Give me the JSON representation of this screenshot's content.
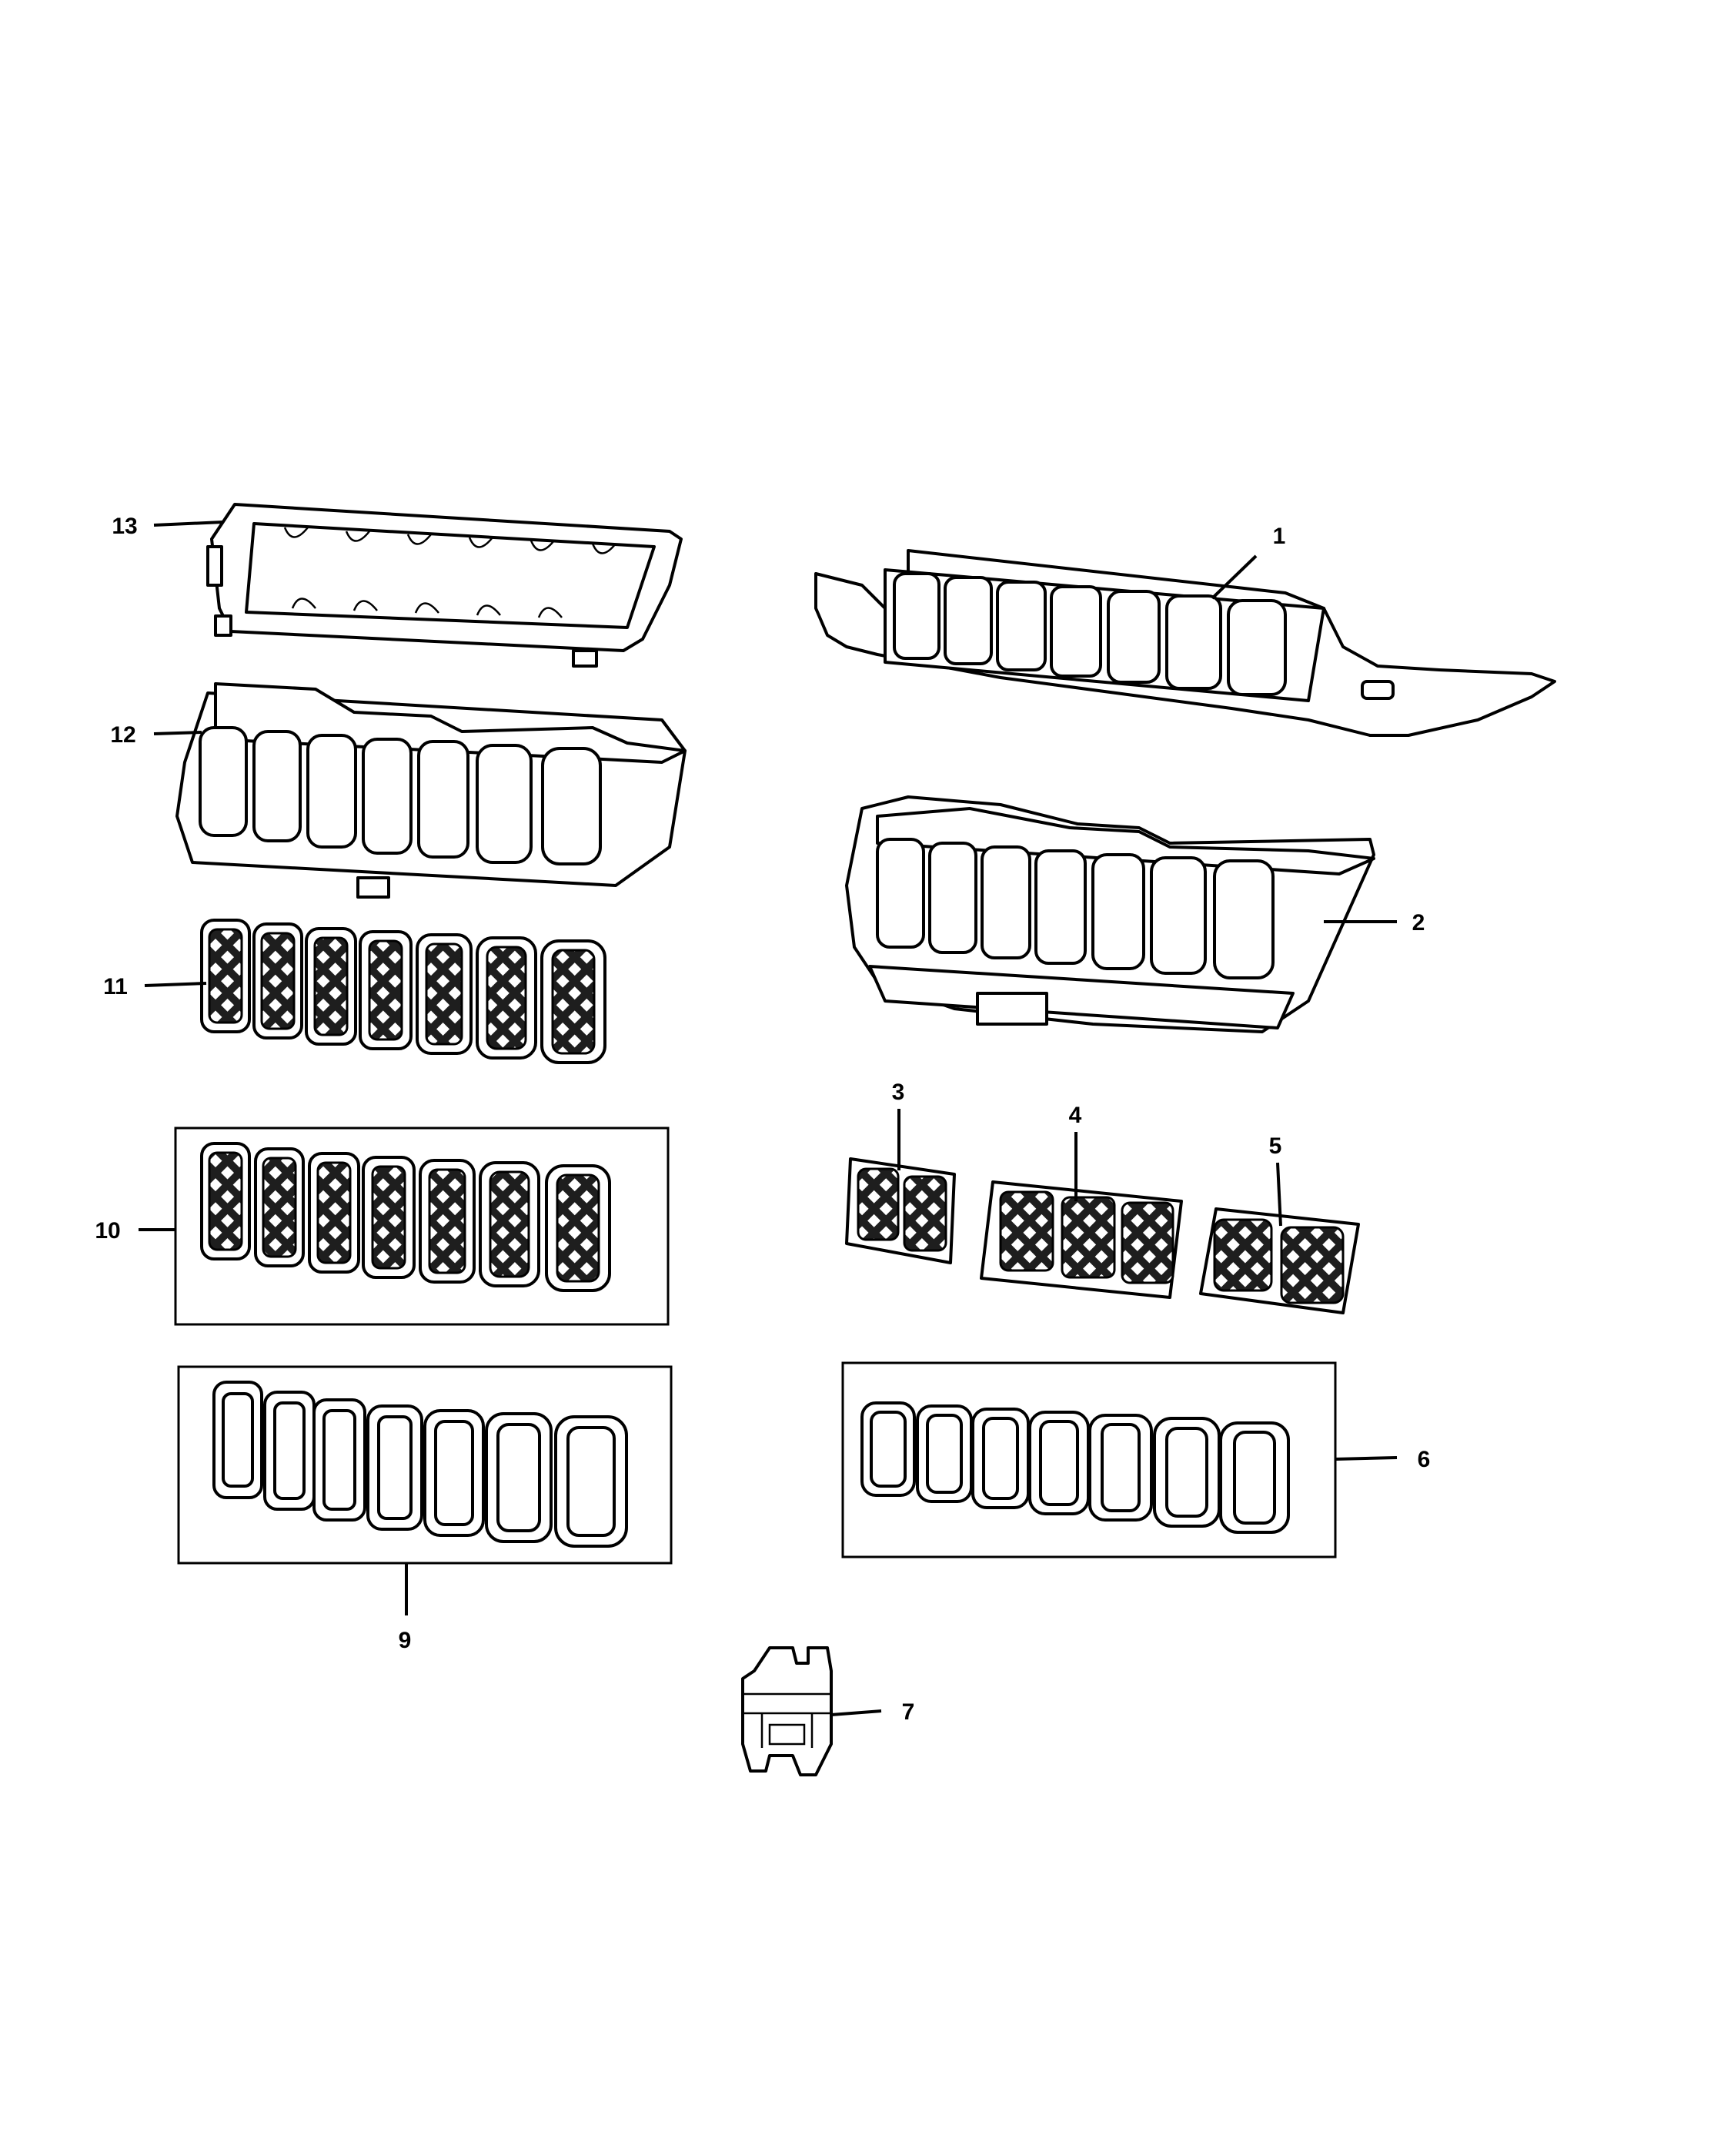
{
  "diagram": {
    "callouts": [
      {
        "id": "1",
        "label": "1"
      },
      {
        "id": "2",
        "label": "2"
      },
      {
        "id": "3",
        "label": "3"
      },
      {
        "id": "4",
        "label": "4"
      },
      {
        "id": "5",
        "label": "5"
      },
      {
        "id": "6",
        "label": "6"
      },
      {
        "id": "7",
        "label": "7"
      },
      {
        "id": "9",
        "label": "9"
      },
      {
        "id": "10",
        "label": "10"
      },
      {
        "id": "11",
        "label": "11"
      },
      {
        "id": "12",
        "label": "12"
      },
      {
        "id": "13",
        "label": "13"
      }
    ]
  }
}
